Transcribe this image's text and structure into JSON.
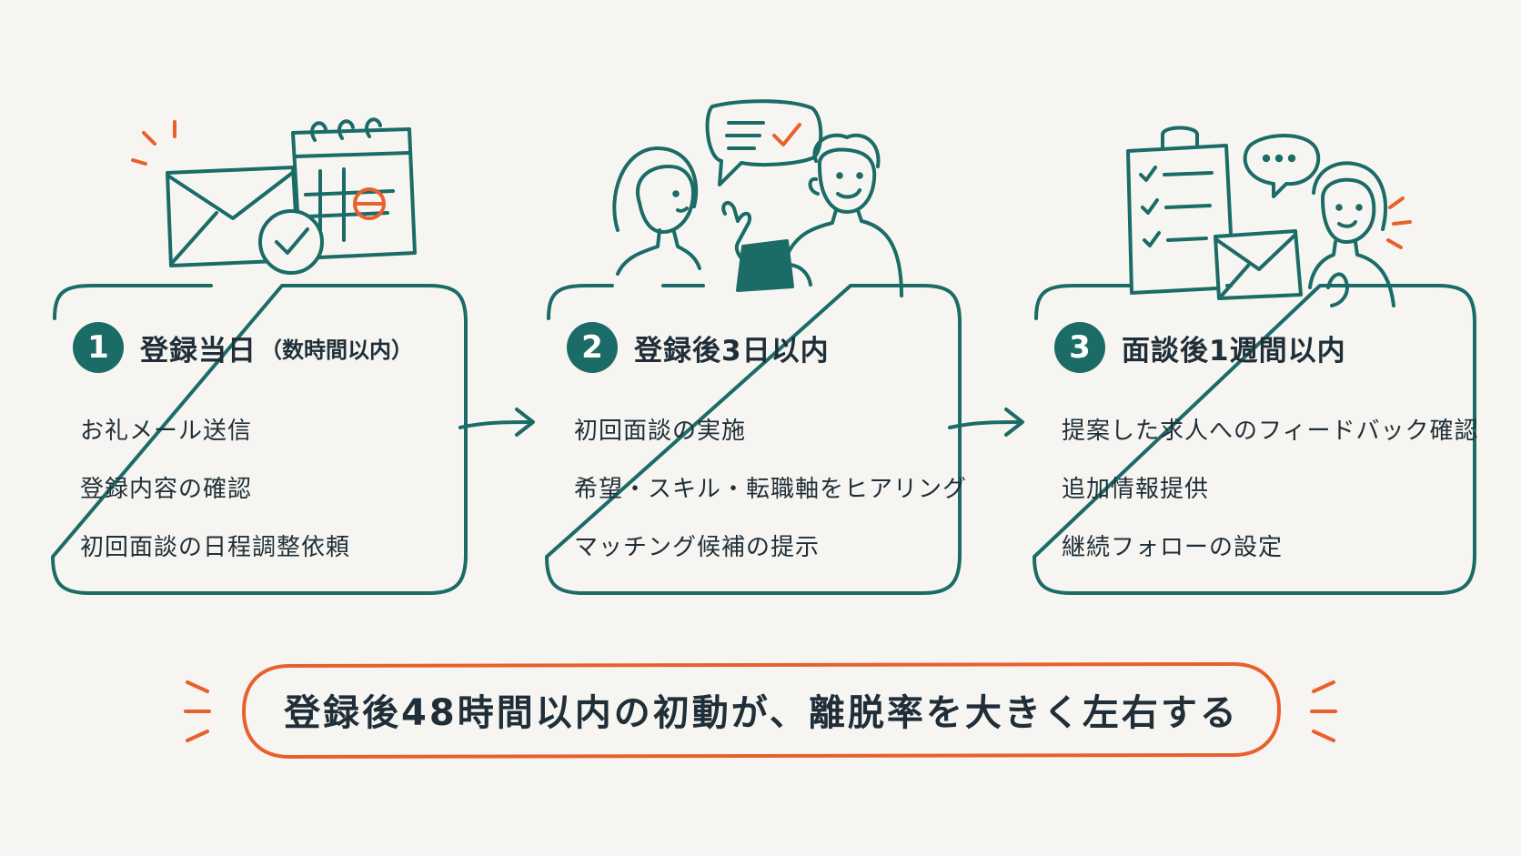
{
  "colors": {
    "teal": "#1b6b66",
    "orange": "#e8602c",
    "ink": "#1f2e38",
    "background": "#f6f5f1"
  },
  "steps": [
    {
      "number": "1",
      "title": "登録当日",
      "title_sub": "（数時間以内）",
      "items": [
        "お礼メール送信",
        "登録内容の確認",
        "初回面談の日程調整依頼"
      ],
      "icons": [
        "envelope-icon",
        "calendar-icon",
        "check-circle-icon"
      ]
    },
    {
      "number": "2",
      "title": "登録後3日以内",
      "title_sub": "",
      "items": [
        "初回面談の実施",
        "希望・スキル・転職軸をヒアリング",
        "マッチング候補の提示"
      ],
      "icons": [
        "woman-icon",
        "man-with-tablet-icon",
        "speech-bubble-check-icon"
      ]
    },
    {
      "number": "3",
      "title": "面談後1週間以内",
      "title_sub": "",
      "items": [
        "提案した求人へのフィードバック確認",
        "追加情報提供",
        "継続フォローの設定"
      ],
      "icons": [
        "clipboard-checklist-icon",
        "envelope-icon",
        "chat-bubble-icon",
        "woman-icon"
      ]
    }
  ],
  "conclusion": "登録後48時間以内の初動が、離脱率を大きく左右する"
}
